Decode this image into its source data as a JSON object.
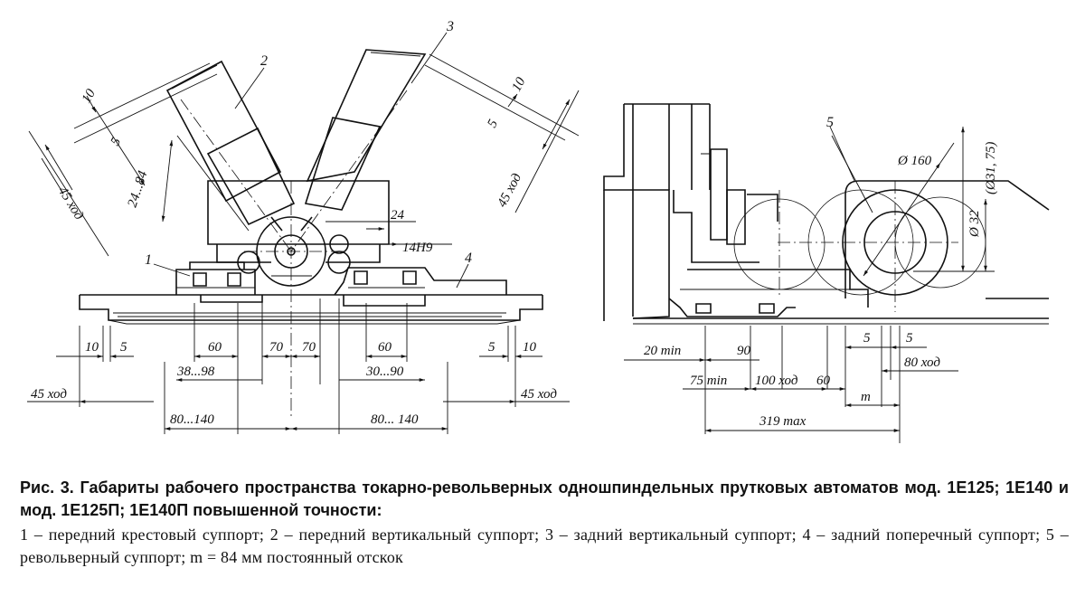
{
  "callouts": {
    "n1": "1",
    "n2": "2",
    "n3": "3",
    "n4": "4",
    "n5": "5"
  },
  "dimensions_left": {
    "d10_left_top": "10",
    "d5_left_top": "5",
    "d45_left_top": "45 ход",
    "d24_84": "24...84",
    "d24": "24",
    "d14h9": "14H9",
    "d10_right_top": "10",
    "d5_right_top": "5",
    "d45_right_top": "45 ход",
    "b10_left": "10",
    "b5_left": "5",
    "b60_left": "60",
    "b70_a": "70",
    "b70_b": "70",
    "b60_right": "60",
    "b5_right": "5",
    "b10_right": "10",
    "b38_98": "38...98",
    "b30_90": "30...90",
    "b45_left": "45 ход",
    "b45_right": "45 ход",
    "b80_140_left": "80...140",
    "b80_140_right": "80... 140"
  },
  "dimensions_right": {
    "phi160": "Ø 160",
    "phi31_75": "(Ø31, 75)",
    "phi32": "Ø 32",
    "r20min": "20 min",
    "r90": "90",
    "r5a": "5",
    "r5b": "5",
    "r80hod": "80 ход",
    "r75min": "75 min",
    "r100hod": "100 ход",
    "r60": "60",
    "rm": "m",
    "r319max": "319 max"
  },
  "caption": {
    "title": "Рис. 3. Габариты рабочего пространства токарно-револьверных одношпиндельных прутковых автоматов мод. 1Е125; 1Е140 и мод. 1Е125П; 1Е140П повышенной точности:",
    "legend": "1 – передний крестовый суппорт; 2 – передний вертикальный суппорт; 3 – задний вертикальный суппорт; 4 – задний поперечный суппорт; 5 – револьверный суппорт; m = 84 мм постоянный отскок"
  }
}
